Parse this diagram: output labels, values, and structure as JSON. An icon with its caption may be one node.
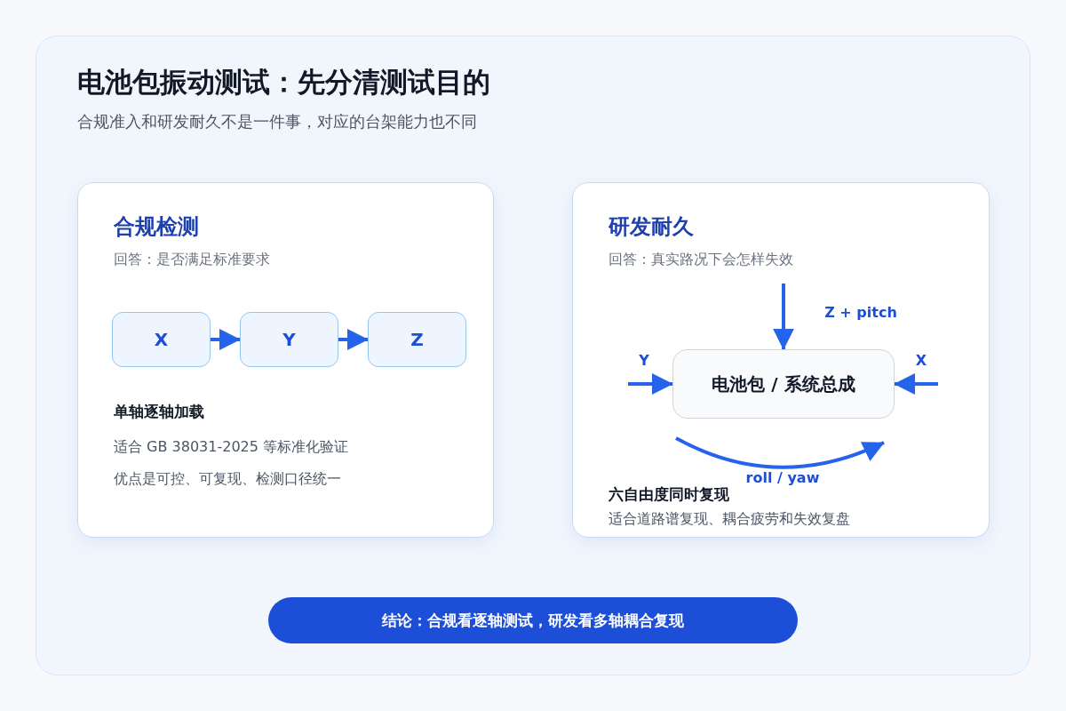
{
  "diagram": {
    "title": "电池包振动测试：先分清测试目的",
    "nodes": [
      {
        "text": [
          "合规检测",
          "回答：是否满足标准要求",
          "单轴逐轴加载",
          "适合 GB 38031-2025 等标准化验证",
          "优点是可控、可复现、检测口径统一"
        ]
      },
      {
        "text": [
          "X"
        ],
        "in": 0
      },
      {
        "text": [
          "Y"
        ],
        "in": 0
      },
      {
        "text": [
          "Z"
        ],
        "in": 0
      },
      {
        "text": [
          "研发耐久",
          "回答：真实路况下会怎样失效",
          "六自由度同时复现",
          "适合道路谱复现、耦合疲劳和失效复盘"
        ]
      },
      {
        "text": [
          "电池包 / 系统总成"
        ],
        "in": 4
      },
      {
        "text": [
          "结论：合规看逐轴测试，研发看多轴耦合复现"
        ]
      }
    ],
    "edges": [
      {
        "from": 1,
        "to": 2,
        "arrow": "to"
      },
      {
        "from": 2,
        "to": 3,
        "arrow": "to"
      },
      {
        "from": null,
        "to": 5,
        "arrow": "to",
        "label": "Z + pitch"
      },
      {
        "from": null,
        "to": 5,
        "arrow": "to",
        "label": "Y"
      },
      {
        "from": null,
        "to": 5,
        "arrow": "to",
        "label": "X"
      }
    ],
    "labels": [
      "合规准入和研发耐久不是一件事，对应的台架能力也不同",
      "roll / yaw"
    ]
  }
}
